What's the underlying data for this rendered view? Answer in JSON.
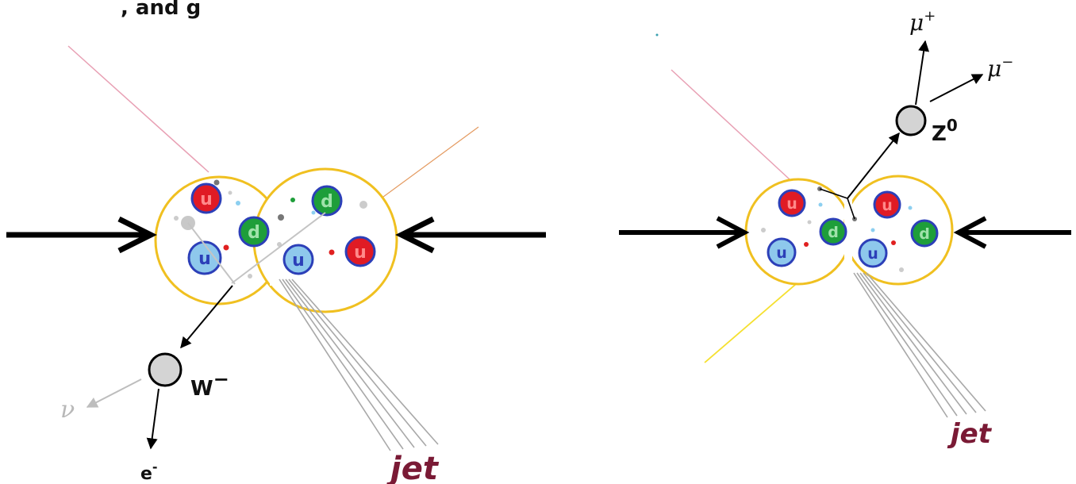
{
  "header_fragment": ", and g",
  "left_panel": {
    "boson_label": "W",
    "boson_charge": "−",
    "lepton_label": "e",
    "lepton_charge": "-",
    "neutrino_label": "ν",
    "jet_label": "jet",
    "quarks_left_proton": [
      "u",
      "d",
      "u"
    ],
    "quarks_right_proton": [
      "d",
      "u",
      "u"
    ]
  },
  "right_panel": {
    "boson_label": "Z",
    "boson_charge": "0",
    "muon_plus_label": "μ",
    "muon_plus_charge": "+",
    "muon_minus_label": "μ",
    "muon_minus_charge": "−",
    "jet_label": "jet",
    "quarks_left_proton": [
      "u",
      "d",
      "u"
    ],
    "quarks_right_proton": [
      "u",
      "d",
      "u"
    ]
  },
  "colors": {
    "proton_outline": "#f0c020",
    "u_quark": "#e01b24",
    "d_quark": "#1e9e3a",
    "u_antiquark": "#8ec8ec",
    "beam_arrow": "#000000",
    "jet_lines": "#a8a8a8",
    "jet_text": "#7a1a35",
    "boson_fill": "#d4d4d4"
  }
}
